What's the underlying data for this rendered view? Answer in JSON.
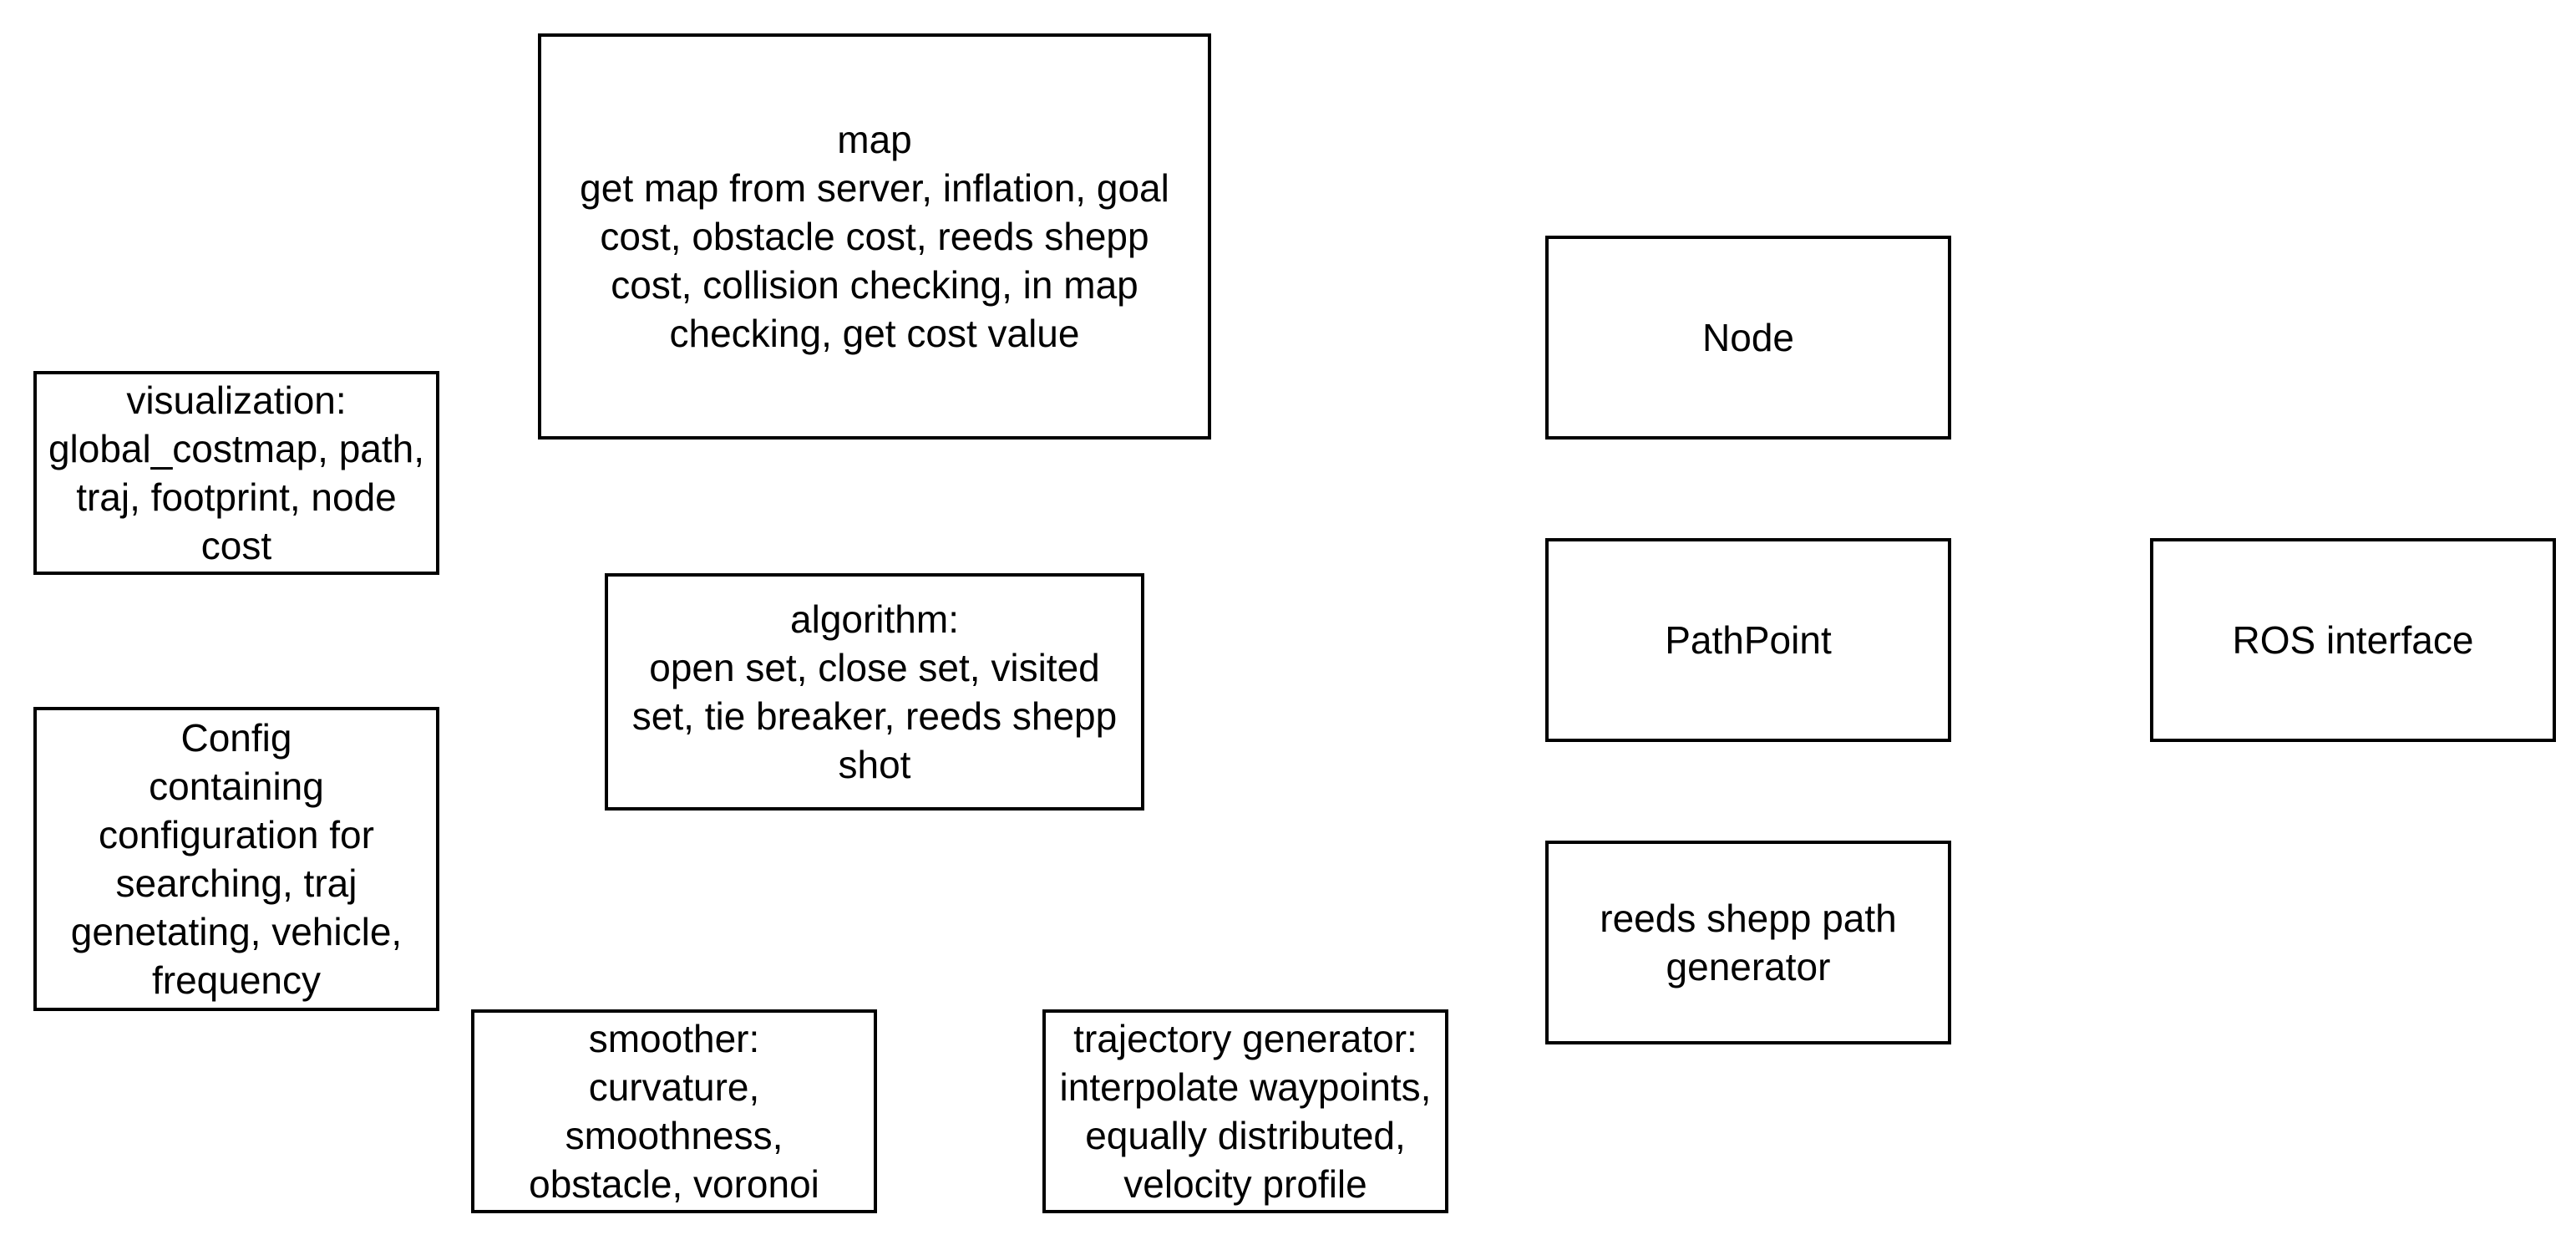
{
  "diagram": {
    "boxes": {
      "map": {
        "text": "map\nget map from server, inflation, goal\ncost, obstacle cost, reeds shepp\ncost, collision checking, in map\nchecking, get cost value"
      },
      "visualization": {
        "text": "visualization:\nglobal_costmap, path,\ntraj, footprint, node\ncost"
      },
      "algorithm": {
        "text": "algorithm:\nopen set, close set, visited\nset, tie breaker, reeds shepp\nshot"
      },
      "config": {
        "text": "Config\ncontaining\nconfiguration for\nsearching, traj\ngenetating, vehicle,\nfrequency"
      },
      "smoother": {
        "text": "smoother:\ncurvature,\nsmoothness,\nobstacle, voronoi"
      },
      "trajectory_generator": {
        "text": "trajectory generator:\ninterpolate waypoints,\nequally distributed,\nvelocity profile"
      },
      "node": {
        "text": "Node"
      },
      "path_point": {
        "text": "PathPoint"
      },
      "ros_interface": {
        "text": "ROS interface"
      },
      "reeds_shepp_path_generator": {
        "text": "reeds shepp path\ngenerator"
      }
    }
  }
}
